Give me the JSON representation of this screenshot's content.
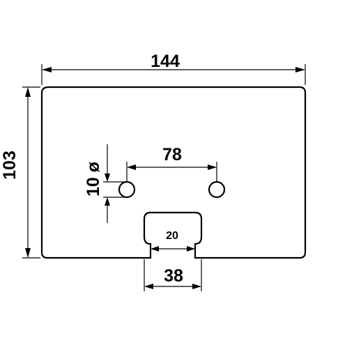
{
  "dimensions": {
    "width": "144",
    "height": "103",
    "hole_spacing": "78",
    "hole_diameter": "10 ø",
    "slot_neck": "20",
    "slot_width": "38"
  }
}
